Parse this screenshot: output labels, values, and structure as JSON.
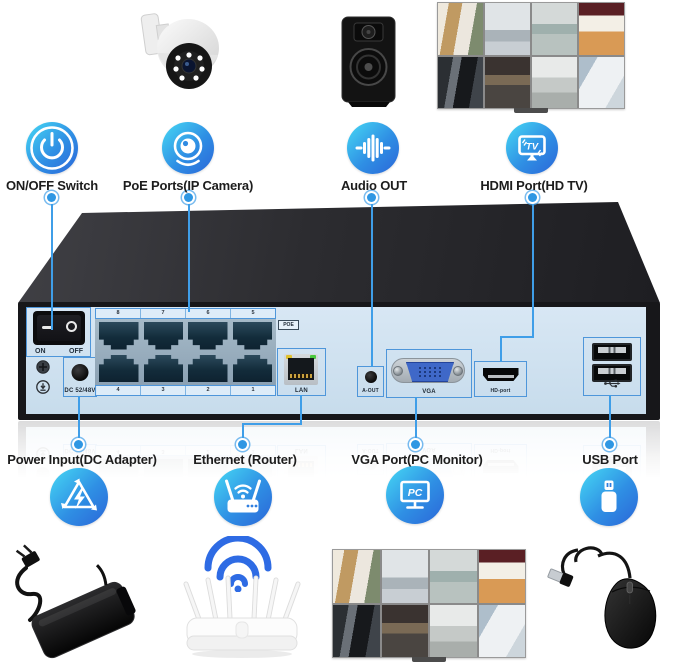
{
  "top_row": {
    "items": [
      {
        "label": "ON/OFF Switch",
        "icon": "power-icon"
      },
      {
        "label": "PoE Ports(IP Camera)",
        "icon": "webcam-icon"
      },
      {
        "label": "Audio OUT",
        "icon": "audio-wave-icon"
      },
      {
        "label": "HDMI Port(HD TV)",
        "icon": "tv-icon"
      }
    ]
  },
  "bottom_row": {
    "items": [
      {
        "label": "Power Input(DC Adapter)",
        "icon": "recycle-energy-icon"
      },
      {
        "label": "Ethernet (Router)",
        "icon": "router-icon"
      },
      {
        "label": "VGA Port(PC Monitor)",
        "icon": "pc-monitor-icon"
      },
      {
        "label": "USB Port",
        "icon": "usb-drive-icon"
      }
    ]
  },
  "device_panel": {
    "power_switch": {
      "on_label": "ON",
      "off_label": "OFF"
    },
    "dc_input_label": "DC 52/48V",
    "poe_group_label": "POE",
    "poe_port_numbers_top": [
      "8",
      "7",
      "6",
      "5"
    ],
    "poe_port_numbers_bottom": [
      "4",
      "3",
      "2",
      "1"
    ],
    "lan_label": "LAN",
    "audio_out_label": "A-OUT",
    "vga_label": "VGA",
    "hdmi_label": "HD-port"
  },
  "icons": {
    "tv_icon_text": "TV",
    "pc_icon_text": "PC",
    "top": [
      "power-icon",
      "webcam-icon",
      "audio-wave-icon",
      "tv-icon"
    ],
    "bottom": [
      "recycle-energy-icon",
      "router-icon",
      "pc-monitor-icon",
      "usb-drive-icon"
    ]
  },
  "colors": {
    "accent_blue": "#3f9ee8",
    "icon_gradient_start": "#43cef2",
    "icon_gradient_end": "#2b66d8",
    "panel_face": "#cfe1ef",
    "device_body": "#232327"
  }
}
